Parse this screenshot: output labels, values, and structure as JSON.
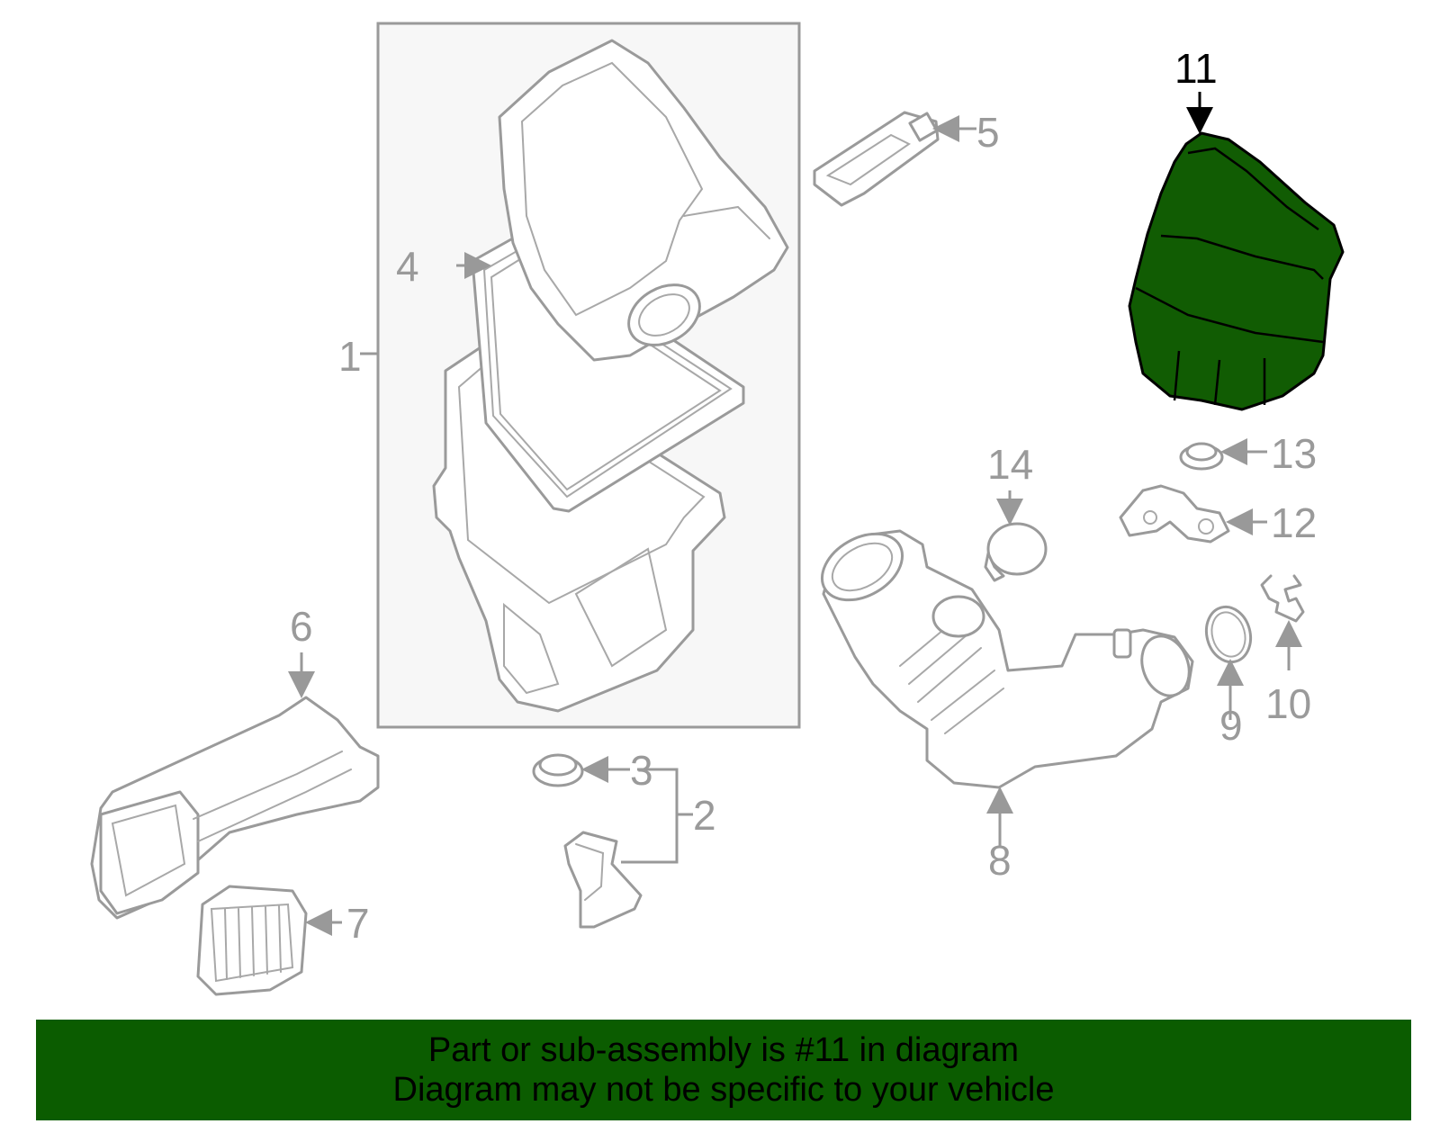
{
  "callouts": {
    "c1": "1",
    "c2": "2",
    "c3": "3",
    "c4": "4",
    "c5": "5",
    "c6": "6",
    "c7": "7",
    "c8": "8",
    "c9": "9",
    "c10": "10",
    "c11": "11",
    "c12": "12",
    "c13": "13",
    "c14": "14"
  },
  "highlighted_part": "11",
  "colors": {
    "highlight": "#115c03",
    "banner": "#0b5c00",
    "linework": "#9a9a9a"
  },
  "banner": {
    "line1": "Part or sub-assembly is #11 in diagram",
    "line2": "Diagram may not be specific to your vehicle"
  }
}
